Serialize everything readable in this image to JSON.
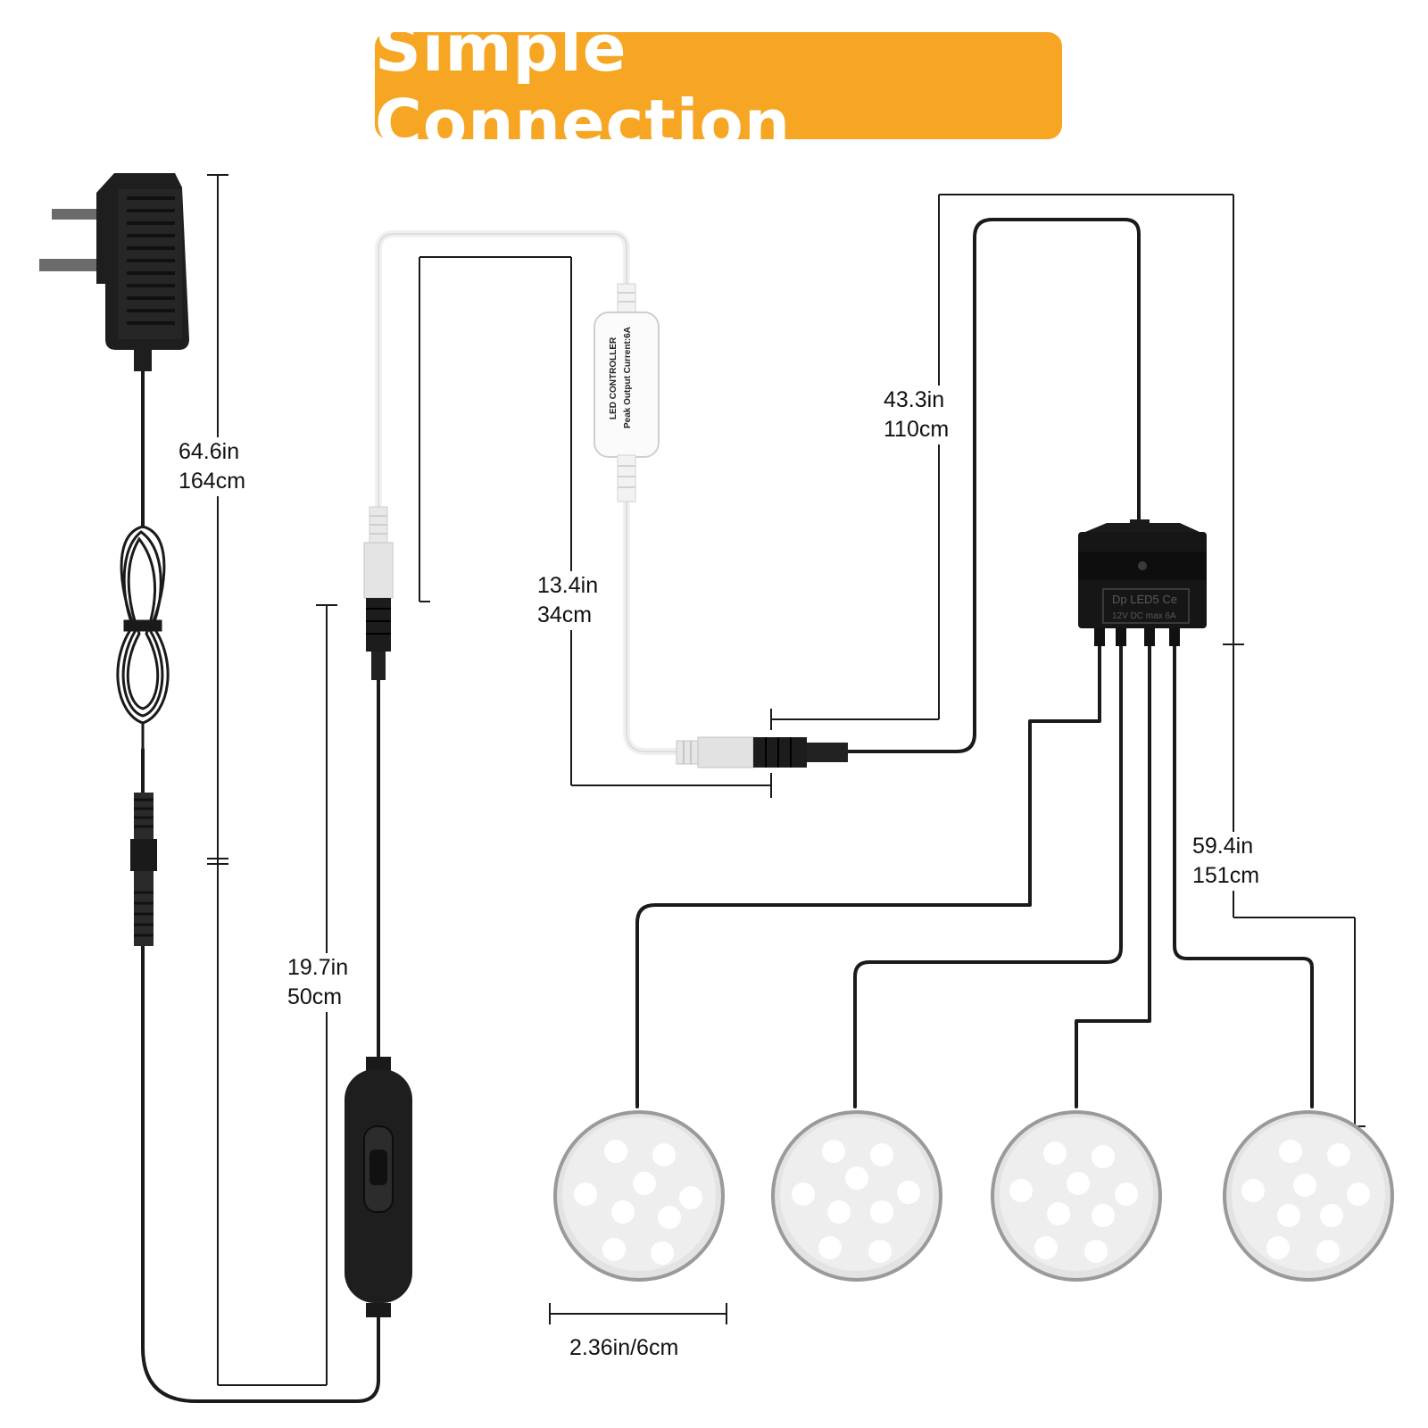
{
  "title": "Simple Connection",
  "colors": {
    "banner": "#f6a623",
    "cable": "#1a1a1a",
    "white_cable": "#f4f4f4",
    "dim_line": "#1a1a1a"
  },
  "dimensions": {
    "adapter_cable": {
      "in": "64.6in",
      "cm": "164cm"
    },
    "switch_cable": {
      "in": "19.7in",
      "cm": "50cm"
    },
    "controller_cable": {
      "in": "13.4in",
      "cm": "34cm"
    },
    "extension_cable": {
      "in": "43.3in",
      "cm": "110cm"
    },
    "light_cable": {
      "in": "59.4in",
      "cm": "151cm"
    },
    "light_diameter": "2.36in/6cm"
  },
  "controller": {
    "line1": "LED CONTROLLER",
    "line2": "Peak Output Current:6A"
  },
  "hub": {
    "line1": "Dp LED5 Ce",
    "line2": "12V DC max 6A"
  },
  "lights": {
    "count": 4,
    "leds_per_light": 9
  },
  "icons": [
    "uk-plug-adapter-icon",
    "inline-switch-icon",
    "led-controller-icon",
    "distribution-hub-icon",
    "puck-light-icon"
  ]
}
